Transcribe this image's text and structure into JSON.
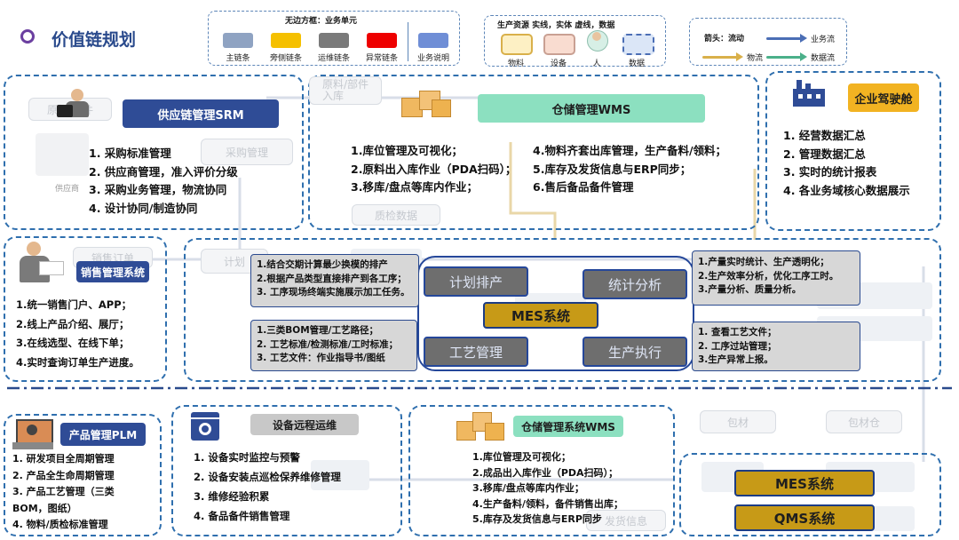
{
  "page": {
    "title": "价值链规划"
  },
  "legend_lines": {
    "heading": "无边方框：业务单元",
    "items": [
      {
        "label": "主链条",
        "color": "#8fa3c2"
      },
      {
        "label": "旁侧链条",
        "color": "#f5c000"
      },
      {
        "label": "运维链条",
        "color": "#7a7a7a"
      },
      {
        "label": "异常链条",
        "color": "#ee0000"
      },
      {
        "label": "业务说明",
        "color": "#6f8ed6"
      }
    ]
  },
  "legend_resources": {
    "heading_1": "生产资源",
    "heading_2": "实线，实体",
    "heading_3": "虚线，",
    "heading_4": "数据",
    "items": [
      {
        "label": "物料",
        "color": "#fdf0c4"
      },
      {
        "label": "设备",
        "color": "#f9dcd0"
      },
      {
        "label": "人",
        "color": "#d7efe6"
      },
      {
        "label": "数据",
        "color": "#dbe6f7"
      }
    ]
  },
  "legend_arrows": {
    "heading": "箭头：流动",
    "items": [
      {
        "label": "业务流",
        "color": "#4b6eb5"
      },
      {
        "label": "物流",
        "color": "#d9b04a"
      },
      {
        "label": "数据流",
        "color": "#4bb08a"
      }
    ]
  },
  "srm": {
    "title": "供应链管理SRM",
    "supplier_label": "供应商",
    "items": [
      "1.  采购标准管理",
      "2.  供应商管理，准入评价分级",
      "3.  采购业务管理，物流协同",
      "4.  设计协同/制造协同"
    ]
  },
  "wms_top": {
    "title": "仓储管理WMS",
    "items_left": [
      "1.库位管理及可视化；",
      "2.原料出入库作业（PDA扫码）；",
      "3.移库/盘点等库内作业；"
    ],
    "items_right": [
      "4.物料齐套出库管理，生产备料/领料；",
      "5.库存及发货信息与ERP同步；",
      "6.售后备品备件管理"
    ]
  },
  "cockpit": {
    "title": "企业驾驶舱",
    "items": [
      "1.  经营数据汇总",
      "2.  管理数据汇总",
      "3.  实时的统计报表",
      "4.  各业务域核心数据展示"
    ]
  },
  "sales": {
    "title": "销售管理系统",
    "items": [
      "1.统一销售门户、APP；",
      "2.线上产品介绍、展厅；",
      "3.在线选型、在线下单；",
      "4.实时查询订单生产进度。"
    ]
  },
  "mes": {
    "center": "MES系统",
    "modules": {
      "plan": "计划排产",
      "stats": "统计分析",
      "process": "工艺管理",
      "exec": "生产执行"
    },
    "plan_notes": [
      "1.结合交期计算最少换模的排产",
      "2.根据产品类型直接排产到各工序；",
      "3. 工序现场终端实施展示加工任务。"
    ],
    "process_notes": [
      "1.三类BOM管理/工艺路径；",
      "2. 工艺标准/检测标准/工时标准；",
      "3. 工艺文件：作业指导书/图纸"
    ],
    "stats_notes": [
      "1.产量实时统计、生产透明化；",
      "2.生产效率分析，优化工序工时。",
      "3.产量分析、质量分析。"
    ],
    "exec_notes": [
      "1. 查看工艺文件；",
      "2. 工序过站管理；",
      "3.生产异常上报。"
    ]
  },
  "plm": {
    "title": "产品管理PLM",
    "items": [
      "1.  研发项目全周期管理",
      "2.  产品全生命周期管理",
      "3.  产品工艺管理（三类",
      "     BOM，图纸）",
      "4.  物料/质检标准管理"
    ]
  },
  "equipment": {
    "title": "设备远程运维",
    "items": [
      "1.  设备实时监控与预警",
      "2.  设备安装点巡检保养维修管理",
      "3.  维修经验积累",
      "4.  备品备件销售管理"
    ]
  },
  "wms_bottom": {
    "title": "仓储管理系统WMS",
    "items": [
      "1.库位管理及可视化；",
      "2.成品出入库作业（PDA扫码）；",
      "3.移库/盘点等库内作业；",
      "4.生产备料/领料，备件销售出库；",
      "5.库存及发货信息与ERP同步"
    ]
  },
  "mes_qms": {
    "mes": "MES系统",
    "qms": "QMS系统"
  },
  "faded_blocks": {
    "raw_parts": "原料/部件",
    "raw_parts_in": "原料/部件\n入库",
    "purchase_mgmt": "采购管理",
    "quality_data": "质检数据",
    "sales_order": "销售订单",
    "plan": "计划",
    "pack_material_1": "包材",
    "pack_material_2": "包材仓",
    "delivery_info": "发货信息"
  }
}
